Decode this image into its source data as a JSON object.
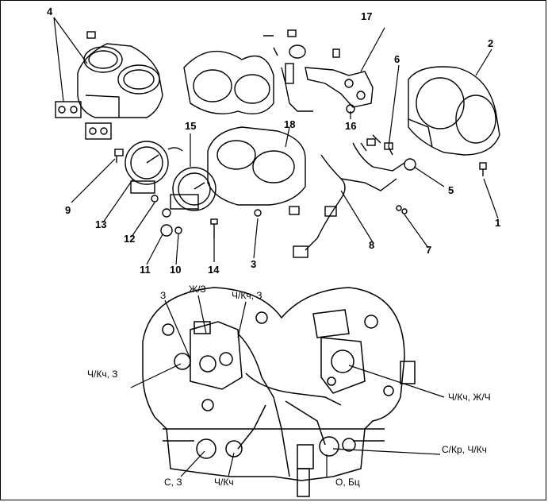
{
  "part_labels": {
    "p1": "1",
    "p2": "2",
    "p3": "3",
    "p4": "4",
    "p5": "5",
    "p6": "6",
    "p7": "7",
    "p8": "8",
    "p9": "9",
    "p10": "10",
    "p11": "11",
    "p12": "12",
    "p13": "13",
    "p14": "14",
    "p15": "15",
    "p16": "16",
    "p17": "17",
    "p18": "18"
  },
  "wire_labels": {
    "w_z_top": "З",
    "w_zh_z": "Ж/З",
    "w_ch_kch_z_top": "Ч/Кч, З",
    "w_ch_kch_z_left": "Ч/Кч, З",
    "w_ch_kch_zh_ch": "Ч/Кч, Ж/Ч",
    "w_s_kr_ch_kch": "С/Кр, Ч/Кч",
    "w_s_z": "С, З",
    "w_ch_kch": "Ч/Кч",
    "w_o_bts": "О, Бц"
  }
}
